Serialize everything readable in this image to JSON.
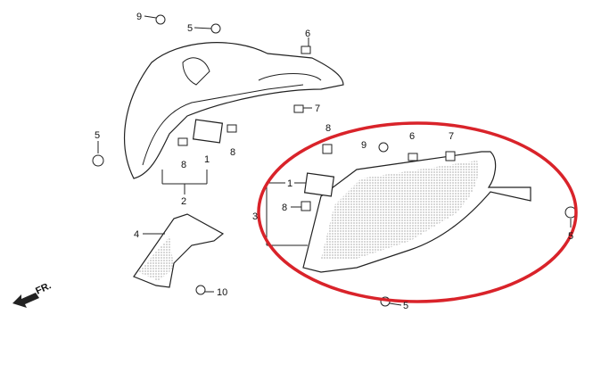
{
  "diagram": {
    "callouts_upper": [
      {
        "id": "9",
        "text": "9"
      },
      {
        "id": "5a",
        "text": "5"
      },
      {
        "id": "6",
        "text": "6"
      },
      {
        "id": "7",
        "text": "7"
      },
      {
        "id": "5b",
        "text": "5"
      },
      {
        "id": "8a",
        "text": "8"
      },
      {
        "id": "8b",
        "text": "8"
      },
      {
        "id": "1",
        "text": "1"
      },
      {
        "id": "2",
        "text": "2"
      },
      {
        "id": "4",
        "text": "4"
      },
      {
        "id": "10",
        "text": "10"
      }
    ],
    "callouts_highlighted": [
      {
        "id": "8c",
        "text": "8"
      },
      {
        "id": "9b",
        "text": "9"
      },
      {
        "id": "6b",
        "text": "6"
      },
      {
        "id": "7b",
        "text": "7"
      },
      {
        "id": "1b",
        "text": "1"
      },
      {
        "id": "3",
        "text": "3"
      },
      {
        "id": "8d",
        "text": "8"
      },
      {
        "id": "5c",
        "text": "5"
      },
      {
        "id": "5d",
        "text": "5"
      }
    ],
    "direction_label": "FR.",
    "highlight_color": "#d9232a"
  }
}
